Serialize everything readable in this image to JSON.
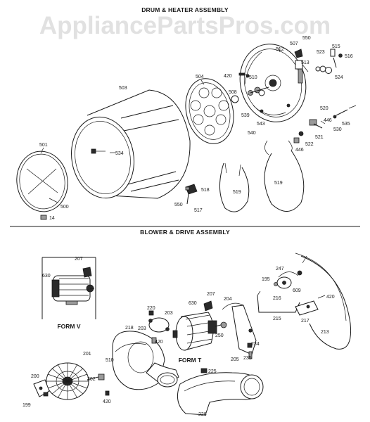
{
  "watermark": "AppliancePartsPros.com",
  "sections": {
    "drum_heater": {
      "title": "DRUM & HEATER ASSEMBLY"
    },
    "blower_drive": {
      "title": "BLOWER & DRIVE ASSEMBLY"
    }
  },
  "forms": {
    "form_v": "FORM V",
    "form_t": "FORM T"
  },
  "part_numbers": {
    "p501": "501",
    "p500": "500",
    "p14": "14",
    "p503": "503",
    "p534": "534",
    "p504": "504",
    "p420a": "420",
    "p508": "508",
    "p510": "510",
    "p539": "539",
    "p540": "540",
    "p543": "543",
    "p512": "512",
    "p507": "507",
    "p550a": "550",
    "p513": "513",
    "p523": "523",
    "p515": "515",
    "p516": "516",
    "p524": "524",
    "p520": "520",
    "p521": "521",
    "p522": "522",
    "p446a": "446",
    "p446b": "446",
    "p530": "530",
    "p535": "535",
    "p518": "518",
    "p550b": "550",
    "p517": "517",
    "p519a": "519",
    "p519b": "519",
    "p207a": "207",
    "p630a": "630",
    "p220": "220",
    "p203a": "203",
    "p203b": "203",
    "p420b": "420",
    "p218": "218",
    "p630b": "630",
    "p207b": "207",
    "p204": "204",
    "p250": "250",
    "p510b": "510",
    "p201": "201",
    "p200": "200",
    "p202": "202",
    "p199": "199",
    "p420c": "420",
    "p205": "205",
    "p234": "234",
    "p235": "235",
    "p225": "225",
    "p228": "228",
    "p195": "195",
    "p247": "247",
    "p609": "609",
    "p216": "216",
    "p215": "215",
    "p420d": "420",
    "p217": "217",
    "p213": "213"
  }
}
